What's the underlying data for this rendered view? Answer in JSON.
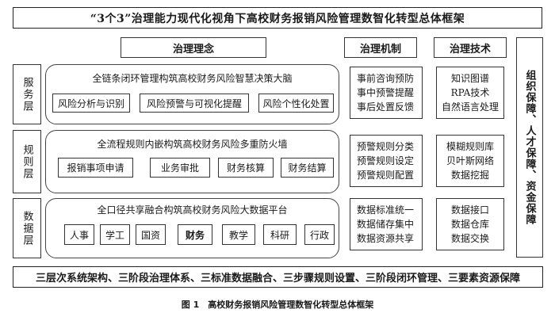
{
  "title": "“3个3”治理能力现代化视角下高校财务报销风险管理数智化转型总体框架",
  "headers": {
    "concept": "治理理念",
    "mechanism": "治理机制",
    "technology": "治理技术"
  },
  "layers": [
    {
      "name": "服务层",
      "headline": "全链条闭环管理构筑高校财务风险智慧决策大脑",
      "items": [
        "风险分析与识别",
        "风险预警与可视化提醒",
        "风险个性化处置"
      ],
      "mechanism": [
        "事前咨询预防",
        "事中预警提醒",
        "事后处置反馈"
      ],
      "technology": [
        "知识图谱",
        "RPA技术",
        "自然语言处理"
      ]
    },
    {
      "name": "规则层",
      "headline": "全流程规则内嵌构筑高校财务风险多重防火墙",
      "items": [
        "报销事项申请",
        "业务审批",
        "财务核算",
        "财务结算"
      ],
      "mechanism": [
        "预警规则分类",
        "预警规则设定",
        "预警规则配置"
      ],
      "technology": [
        "模糊规则库",
        "贝叶斯网络",
        "数据挖掘"
      ]
    },
    {
      "name": "数据层",
      "headline": "全口径共享融合构筑高校财务风险大数据平台",
      "items": [
        "人事",
        "学工",
        "国资",
        "财务",
        "教学",
        "科研",
        "行政"
      ],
      "mechanism": [
        "数据标准统一",
        "数据储存集中",
        "数据资源共享"
      ],
      "technology": [
        "数据接口",
        "数据仓库",
        "数据交换"
      ]
    }
  ],
  "guarantee": "组织保障、人才保障、资金保障",
  "bottom": "三层次系统架构、三阶段治理体系、三标准数据融合、三步骤规则设置、三阶段闭环管理、三要素资源保障",
  "caption": "图 1　高校财务报销风险管理数智化转型总体框架"
}
